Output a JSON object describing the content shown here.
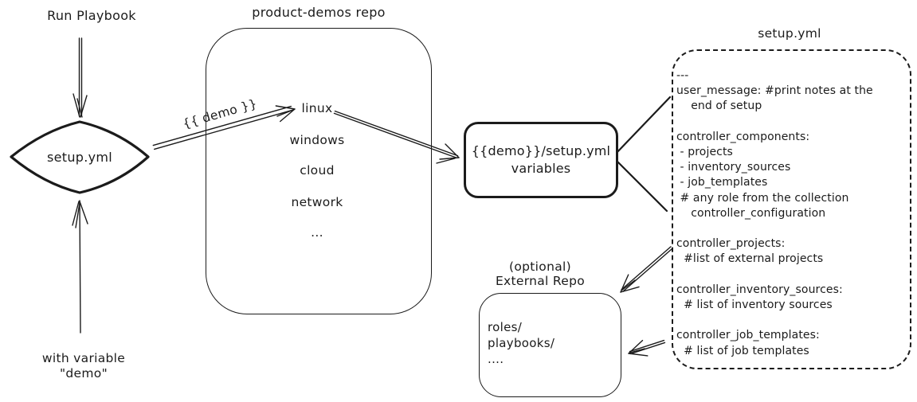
{
  "colors": {
    "ink": "#1b1b1b",
    "background": "#ffffff"
  },
  "left_flow": {
    "run_playbook_label": "Run Playbook",
    "diamond_label": "setup.yml",
    "with_variable_label": "with variable\n\"demo\""
  },
  "demo_arrow_label": "{{ demo }}",
  "repo": {
    "title": "product-demos repo",
    "items": [
      "linux",
      "windows",
      "cloud",
      "network",
      "..."
    ]
  },
  "variables_box": {
    "line1": "{{demo}}/setup.yml",
    "line2": "variables"
  },
  "setup_yml": {
    "title": "setup.yml",
    "content": "---\nuser_message: #print notes at the\n    end of setup\n\ncontroller_components:\n - projects\n - inventory_sources\n - job_templates\n # any role from the collection\n    controller_configuration\n\ncontroller_projects:\n  #list of external projects\n\ncontroller_inventory_sources:\n  # list of inventory sources\n\ncontroller_job_templates:\n  # list of job templates"
  },
  "external_repo": {
    "title": "(optional)\nExternal Repo",
    "content": "roles/\nplaybooks/\n...."
  }
}
